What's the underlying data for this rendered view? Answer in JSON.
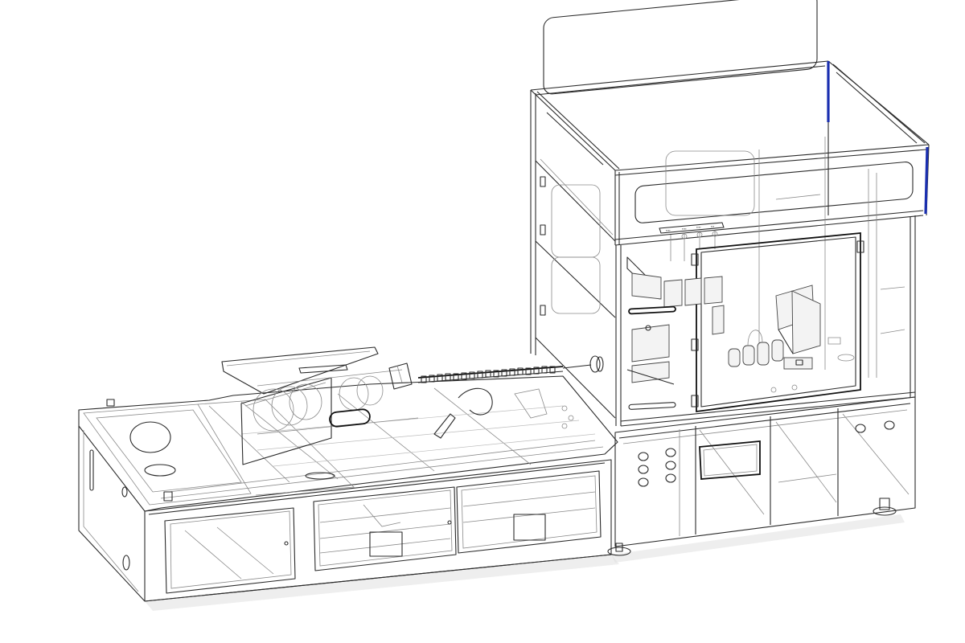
{
  "figure": {
    "type": "isometric technical line drawing",
    "subject": "industrial automated machine with enclosed cabinet and conveyor bed",
    "accent_color": "#1a2fb0",
    "line_color": "#2a2a2a",
    "background": "#ffffff"
  },
  "components": {
    "upper_cabinet": {
      "label": "Enclosed upper cabinet with transparent panels"
    },
    "top_frame": {
      "label": "Top frame with accent edges"
    },
    "control_panel": {
      "label": "Control panel strip",
      "buttons": [
        "",
        "",
        "",
        ""
      ]
    },
    "work_area": {
      "label": "Internal work area with modules and canisters"
    },
    "lower_cabinet": {
      "label": "Lower cabinet base",
      "port_holes": 6,
      "window": "Access window"
    },
    "conveyor_bed": {
      "label": "Long conveyor bed / base table"
    },
    "carriage": {
      "label": "Linear carriage with chain drive"
    },
    "drawers": {
      "label": "Front drawer panels",
      "count": 3
    },
    "feet": {
      "label": "Leveling feet",
      "count": 2
    }
  }
}
